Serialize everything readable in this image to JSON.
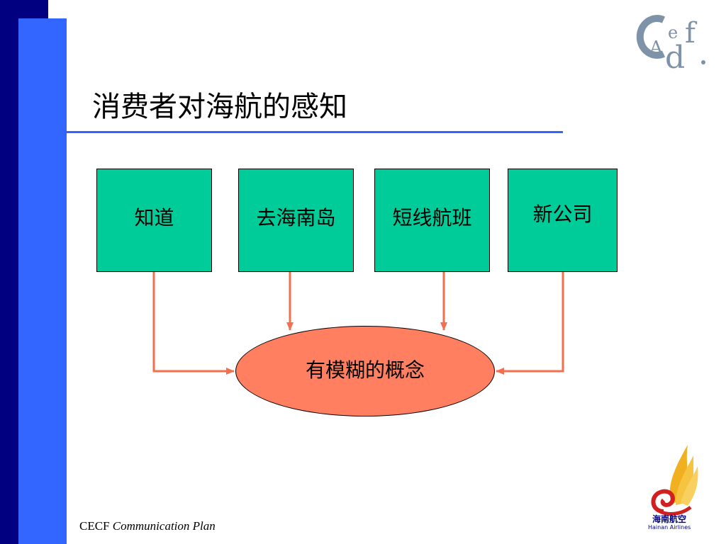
{
  "slide": {
    "title": "消费者对海航的感知",
    "footer_brand": "CECF",
    "footer_subtitle": "Communication Plan"
  },
  "diagram": {
    "sources": [
      "知道",
      "去海南岛",
      "短线航班",
      "新公司"
    ],
    "target": "有模糊的概念"
  },
  "logos": {
    "top_right": "Cecf logo",
    "bottom_right_cn": "海南航空",
    "bottom_right_en": "Hainan Airlines"
  },
  "colors": {
    "navy": "#000080",
    "blue": "#3366ff",
    "box_fill": "#00cc99",
    "ellipse_fill": "#ff7f60",
    "arrow": "#f07050"
  }
}
